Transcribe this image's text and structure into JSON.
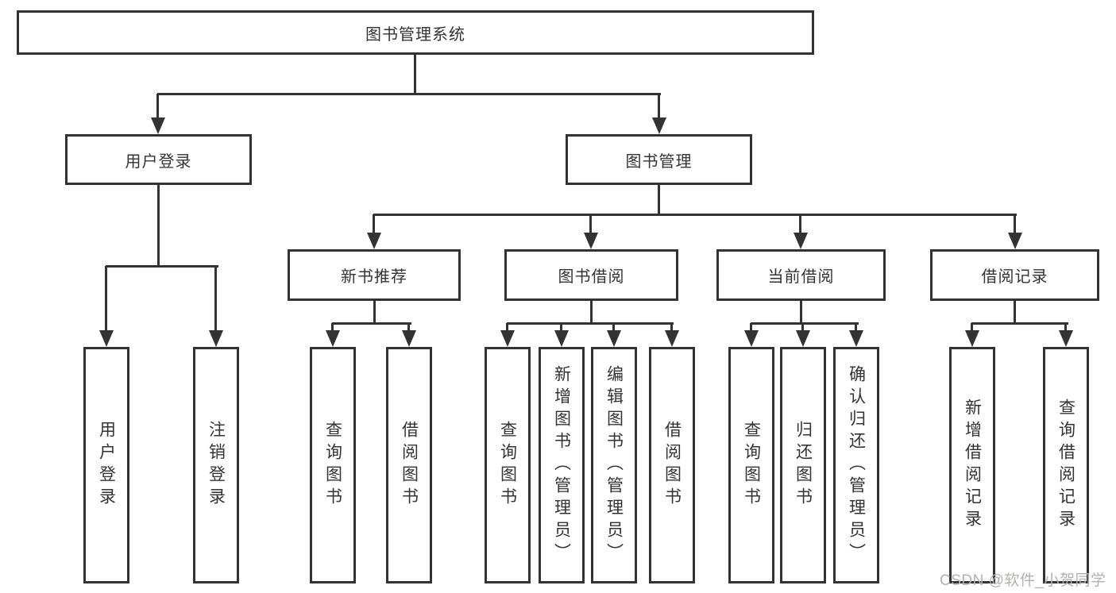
{
  "tree": {
    "root": {
      "label": "图书管理系统",
      "children": [
        {
          "label": "用户登录",
          "children": [
            {
              "label": "用户登录"
            },
            {
              "label": "注销登录"
            }
          ]
        },
        {
          "label": "图书管理",
          "children": [
            {
              "label": "新书推荐",
              "children": [
                {
                  "label": "查询图书"
                },
                {
                  "label": "借阅图书"
                }
              ]
            },
            {
              "label": "图书借阅",
              "children": [
                {
                  "label": "查询图书"
                },
                {
                  "label": "新增图书（管理员）"
                },
                {
                  "label": "编辑图书（管理员）"
                },
                {
                  "label": "借阅图书"
                }
              ]
            },
            {
              "label": "当前借阅",
              "children": [
                {
                  "label": "查询图书"
                },
                {
                  "label": "归还图书"
                },
                {
                  "label": "确认归还（管理员）"
                }
              ]
            },
            {
              "label": "借阅记录",
              "children": [
                {
                  "label": "新增借阅记录"
                },
                {
                  "label": "查询借阅记录"
                }
              ]
            }
          ]
        }
      ]
    }
  },
  "watermark": {
    "text": "CSDN @软件_小贺同学"
  },
  "colors": {
    "line": "#333333",
    "box_border": "#333333",
    "text": "#333333",
    "watermark_text": "#b5b0b0",
    "background": "#ffffff"
  }
}
